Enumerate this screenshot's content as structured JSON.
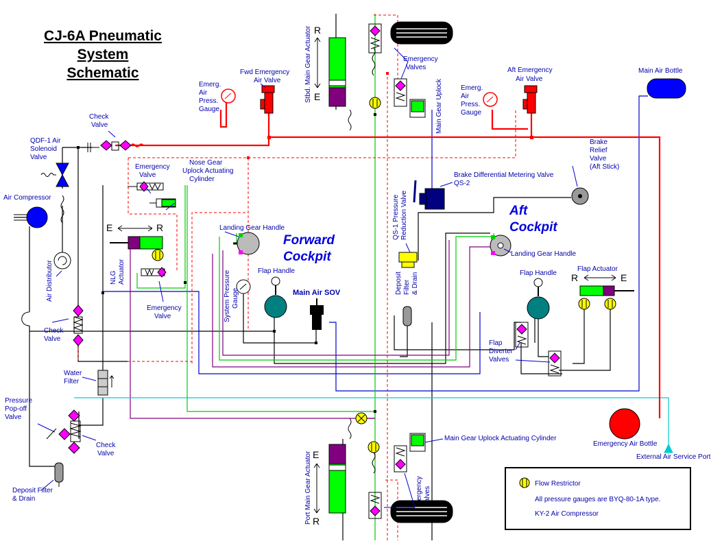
{
  "title": {
    "line1": "CJ-6A Pneumatic",
    "line2": "System",
    "line3": "Schematic"
  },
  "cockpits": {
    "forward_line1": "Forward",
    "forward_line2": "Cockpit",
    "aft_line1": "Aft",
    "aft_line2": "Cockpit"
  },
  "labels": {
    "qdf_line1": "QDF-1 Air",
    "qdf_line2": "Solenoid",
    "qdf_line3": "Valve",
    "air_compressor": "Air Compressor",
    "air_distributor": "Air Distributor",
    "check_valve_top_l1": "Check",
    "check_valve_top_l2": "Valve",
    "check_valve_left_l1": "Check",
    "check_valve_left_l2": "Valve",
    "check_valve_bottom_l1": "Check",
    "check_valve_bottom_l2": "Valve",
    "water_filter_l1": "Water",
    "water_filter_l2": "Filter",
    "pressure_popoff_l1": "Pressure",
    "pressure_popoff_l2": "Pop-off",
    "pressure_popoff_l3": "Valve",
    "deposit_left_l1": "Deposit Filter",
    "deposit_left_l2": "& Drain",
    "emerg_gauge_fwd_l1": "Emerg.",
    "emerg_gauge_fwd_l2": "Air",
    "emerg_gauge_fwd_l3": "Press.",
    "emerg_gauge_fwd_l4": "Gauge",
    "fwd_emerg_valve_l1": "Fwd Emergency",
    "fwd_emerg_valve_l2": "Air Valve",
    "emerg_valve_nose_l1": "Emergency",
    "emerg_valve_nose_l2": "Valve",
    "nose_uplock_l1": "Nose Gear",
    "nose_uplock_l2": "Uplock Actuating",
    "nose_uplock_l3": "Cylinder",
    "nlg_actuator": "NLG",
    "nlg_actuator2": "Actuator",
    "emerg_valve_nlg_l1": "Emergency",
    "emerg_valve_nlg_l2": "Valve",
    "stbd_actuator": "Stbd. Main Gear Actuator",
    "emergency_valves_top_l1": "Emergency",
    "emergency_valves_top_l2": "Valves",
    "main_gear_uplock": "Main Gear Uplock",
    "landing_gear_handle_fwd": "Landing Gear Handle",
    "system_gauge": "System Pressure",
    "system_gauge2": "Gauge",
    "flap_handle_fwd": "Flap Handle",
    "main_air_sov": "Main Air SOV",
    "qs1_l1": "QS-1 Pressure",
    "qs1_l2": "Reduction Valve",
    "brake_diff_l1": "Brake Differential Metering Valve",
    "brake_diff_l2": "QS-2",
    "deposit_mid_l1": "Deposit",
    "deposit_mid_l2": "Filter",
    "deposit_mid_l3": "& Drain",
    "emerg_gauge_aft_l1": "Emerg.",
    "emerg_gauge_aft_l2": "Air",
    "emerg_gauge_aft_l3": "Press.",
    "emerg_gauge_aft_l4": "Gauge",
    "aft_emerg_valve_l1": "Aft Emergency",
    "aft_emerg_valve_l2": "Air Valve",
    "main_air_bottle": "Main Air Bottle",
    "brake_relief_l1": "Brake",
    "brake_relief_l2": "Relief",
    "brake_relief_l3": "Valve",
    "brake_relief_l4": "(Aft Stick)",
    "landing_gear_handle_aft": "Landing Gear Handle",
    "flap_handle_aft": "Flap Handle",
    "flap_actuator": "Flap Actuator",
    "flap_diverter_l1": "Flap",
    "flap_diverter_l2": "Diverter",
    "flap_diverter_l3": "Valves",
    "main_uplock_cyl": "Main Gear Uplock Actuating Cylinder",
    "port_actuator": "Port Main Gear Actuator",
    "emergency_valves_bottom_l1": "Emergency",
    "emergency_valves_bottom_l2": "Valves",
    "emergency_air_bottle": "Emergency Air Bottle",
    "external_air_port": "External Air Service Port"
  },
  "letters": {
    "r": "R",
    "e": "E"
  },
  "legend": {
    "flow_restrictor": "Flow Restrictor",
    "gauges_note": "All pressure gauges are BYQ-80-1A type.",
    "compressor_note": "KY-2 Air Compressor"
  },
  "colors": {
    "emergency": "#ff0000",
    "supply_blue": "#0000cc",
    "green_line": "#00cc00",
    "purple_line": "#800080",
    "cyan_line": "#00cccc",
    "black_line": "#000000"
  }
}
